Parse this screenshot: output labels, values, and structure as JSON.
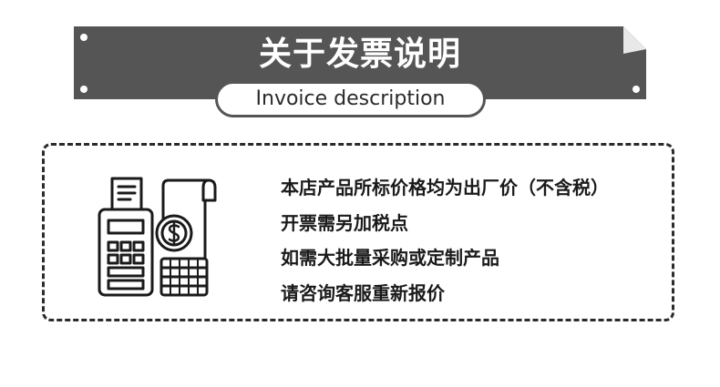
{
  "header": {
    "title": "关于发票说明",
    "subtitle": "Invoice description"
  },
  "notes": [
    "本店产品所标价格均为出厂价（不含税）",
    "开票需另加税点",
    "如需大批量采购或定制产品",
    "请咨询客服重新报价"
  ],
  "colors": {
    "banner": "#555555",
    "fold": "#e8e8e8",
    "text": "#1a1a1a",
    "border": "#2b2b2b"
  }
}
